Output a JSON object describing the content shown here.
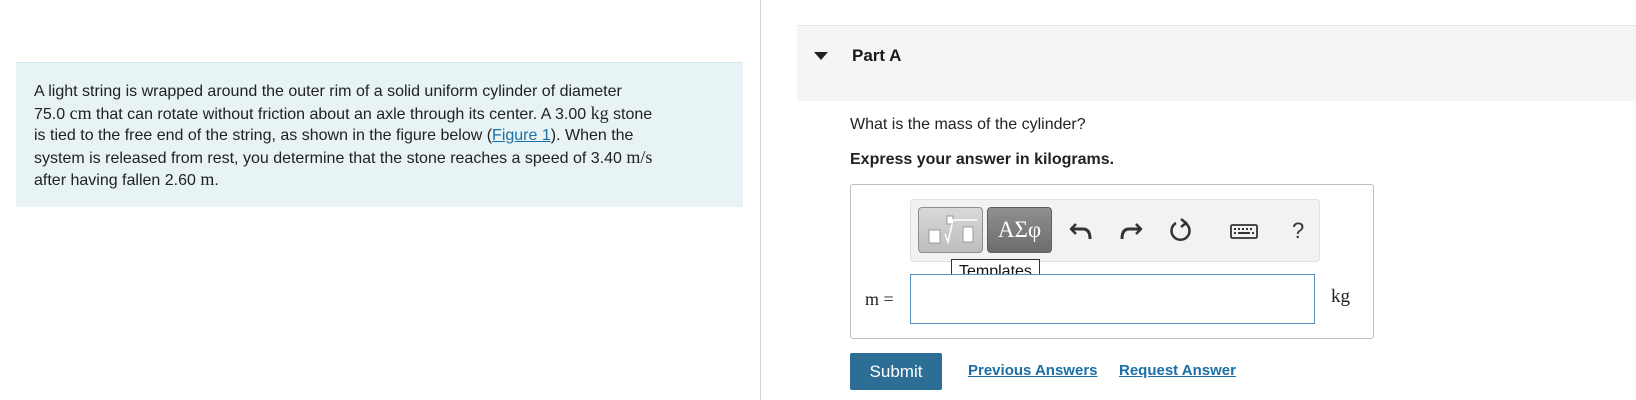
{
  "problem": {
    "seg1": "A light string is wrapped around the outer rim of a solid uniform cylinder of diameter",
    "diameter_value": "75.0",
    "diameter_unit": "cm",
    "seg2": " that can rotate without friction about an axle through its center. A ",
    "mass_value": "3.00",
    "mass_unit": "kg",
    "seg3": " stone",
    "seg4": "is tied to the free end of the string, as shown in the figure below (",
    "figure_link": "Figure 1",
    "seg5": "). When the",
    "seg6": "system is released from rest, you determine that the stone reaches a speed of ",
    "speed_value": "3.40",
    "speed_unit": "m/s",
    "seg7": "after having fallen ",
    "fall_value": "2.60",
    "fall_unit": "m",
    "seg8": "."
  },
  "part": {
    "title": "Part A",
    "question": "What is the mass of the cylinder?",
    "instruction": "Express your answer in kilograms."
  },
  "toolbar": {
    "greek_label": "ΑΣφ",
    "tooltip": "Templates",
    "help_label": "?",
    "icons": [
      "templates-icon",
      "undo-icon",
      "redo-icon",
      "reset-icon",
      "keyboard-icon",
      "help-icon"
    ]
  },
  "answer": {
    "variable": "m =",
    "value": "",
    "unit": "kg"
  },
  "actions": {
    "submit": "Submit",
    "previous_answers": "Previous Answers",
    "request_answer": "Request Answer"
  },
  "colors": {
    "problem_bg": "#e7f3f5",
    "link": "#1a6fa6",
    "submit_bg": "#2d6e96"
  }
}
